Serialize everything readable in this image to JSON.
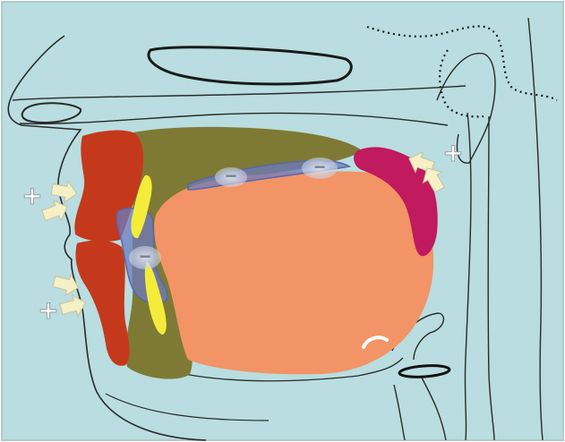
{
  "figure": {
    "type": "sagittal-oral-anatomy-diagram",
    "background_color": "#b9dde0",
    "outline_color": "#2a2a2a",
    "region_colors": {
      "tongue": "#f29466",
      "tongue_base": "#c11a5e",
      "upper_lip": "#c4391c",
      "lower_lip": "#c4391c",
      "mucosa": "#7e7a35",
      "teeth": "#f4ec3a",
      "pad": "#6d7bbd"
    },
    "markers": {
      "arrow_color": "#f5f0c6",
      "arrow_stroke": "#c9c39a",
      "plus_symbol": "+",
      "minus_symbol": "−",
      "minus_spot_color": "#c9d3e6"
    },
    "plus_signs": [
      {
        "id": "plus-upper-lip",
        "symbol": "+"
      },
      {
        "id": "plus-lower-lip",
        "symbol": "+"
      },
      {
        "id": "plus-tongue-base",
        "symbol": "+"
      }
    ],
    "minus_signs": [
      {
        "id": "minus-palate-front",
        "symbol": "−"
      },
      {
        "id": "minus-palate-back",
        "symbol": "−"
      },
      {
        "id": "minus-incisor",
        "symbol": "−"
      }
    ]
  }
}
